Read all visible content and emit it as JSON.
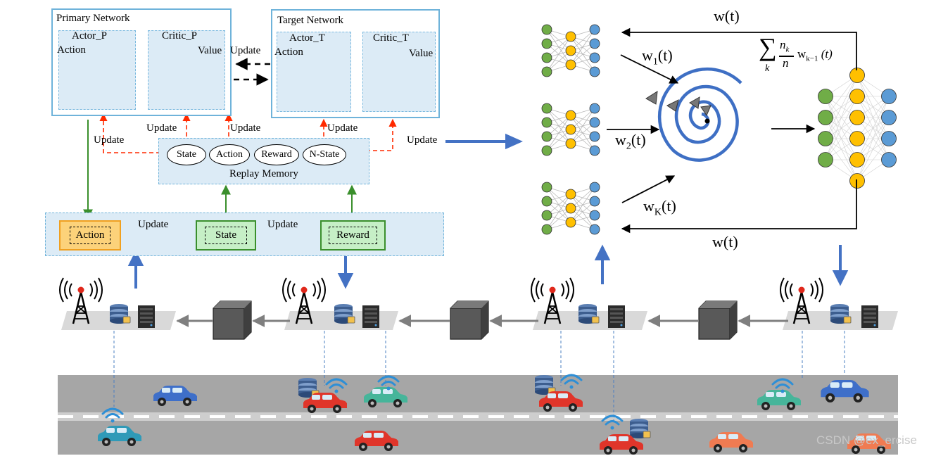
{
  "primary_network": {
    "title": "Primary Network",
    "actor_label": "Actor_P",
    "critic_label": "Critic_P",
    "action_label": "Action",
    "value_label": "Value"
  },
  "target_network": {
    "title": "Target Network",
    "actor_label": "Actor_T",
    "critic_label": "Critic_T",
    "action_label": "Action",
    "value_label": "Value"
  },
  "update_labels": {
    "primary_to_target": "Update",
    "replay_left": "Update",
    "replay_mid_left": "Update",
    "replay_mid_right": "Update",
    "target_critic": "Update",
    "action_to_state": "Update",
    "state_to_reward": "Update",
    "to_federated": "Update"
  },
  "replay_memory": {
    "title": "Replay Memory",
    "items": [
      "State",
      "Action",
      "Reward",
      "N-State"
    ]
  },
  "environment_steps": [
    "Action",
    "State",
    "Reward"
  ],
  "federated": {
    "broadcast_top": "w(t)",
    "broadcast_bottom": "w(t)",
    "w1": "w",
    "w1_sub": "1",
    "w1_arg": "(t)",
    "w2": "w",
    "w2_sub": "2",
    "w2_arg": "(t)",
    "wK": "w",
    "wK_sub": "K",
    "wK_arg": "(t)",
    "formula_sum": "∑",
    "formula_sum_index": "k",
    "formula_num": "n",
    "formula_num_sub": "k",
    "formula_den": "n",
    "formula_w": "w",
    "formula_w_sub": "k−1",
    "formula_arg": "(t)"
  },
  "colors": {
    "box_border": "#6fb3da",
    "inner_fill": "#dcebf6",
    "update_arrow_red": "#ff2a00",
    "update_arrow_green": "#3a8f2c",
    "big_arrow_blue": "#4472c4",
    "action_fill": "#fcd27a",
    "action_border": "#f0a020",
    "state_fill": "#c6efc6",
    "state_border": "#3a8f2c",
    "node_green": "#70ad47",
    "node_yellow": "#ffc000",
    "node_blue": "#5b9bd5",
    "road": "#a6a6a6",
    "platform": "#d9d9d9"
  },
  "icons": [
    "antenna-tower-icon",
    "database-icon",
    "server-icon",
    "cube-icon",
    "car-icon",
    "wifi-icon",
    "neural-network-icon",
    "spiral-aggregation-icon"
  ],
  "watermark": "CSDN @ex_ercise"
}
